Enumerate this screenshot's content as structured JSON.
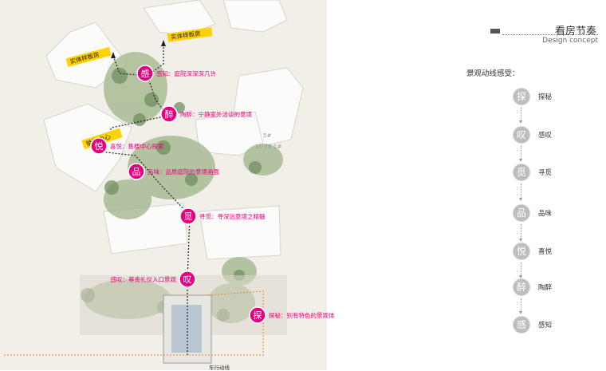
{
  "colors": {
    "accent": "#e6007e",
    "node_gray": "#bdbdbd",
    "label_yellow": "#ffd200"
  },
  "plan": {
    "callouts": [
      {
        "char": "感",
        "text": "感知：庭院深深深几许"
      },
      {
        "char": "醉",
        "text": "陶醉：宁静室外洽谈的意境"
      },
      {
        "char": "悦",
        "text": "喜悦：售楼中心探索"
      },
      {
        "char": "品",
        "text": "品味：品质庭院的意境画面"
      },
      {
        "char": "觅",
        "text": "寻觅：寻深远意境之精髓"
      },
      {
        "char": "叹",
        "text": "感叹：尊贵礼仪入口景观"
      },
      {
        "char": "探",
        "text": "探秘：别有特色的景观体验"
      }
    ],
    "yellow_labels": [
      "实体样板房",
      "实体样板房",
      "销售中心"
    ],
    "building_marks": [
      "5#",
      "11-7B 1#"
    ],
    "road_label": "车行动线"
  },
  "panel": {
    "title": "看房节奏",
    "subtitle": "Design concept",
    "feel_label": "景观动线感受：",
    "steps": [
      {
        "char": "探",
        "label": "探秘"
      },
      {
        "char": "叹",
        "label": "感叹"
      },
      {
        "char": "觅",
        "label": "寻觅"
      },
      {
        "char": "品",
        "label": "品味"
      },
      {
        "char": "悦",
        "label": "喜悦"
      },
      {
        "char": "醉",
        "label": "陶醉"
      },
      {
        "char": "感",
        "label": "感知"
      }
    ]
  }
}
